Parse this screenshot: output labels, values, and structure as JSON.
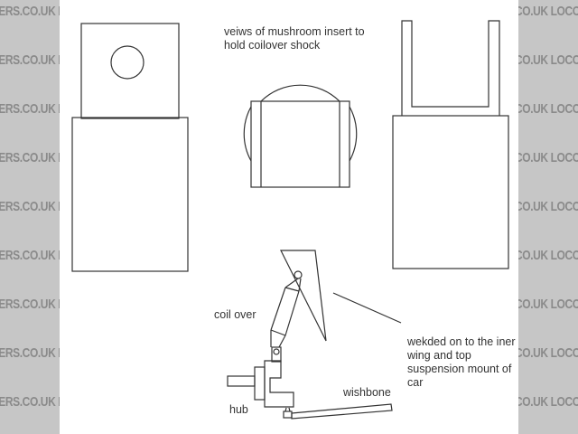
{
  "watermark": {
    "text_left": "DERS.CO.UK  LO",
    "text_right": "CO.UK  LOCOST",
    "color": "#8a8a8a",
    "background": "#c6c6c6"
  },
  "diagram": {
    "title_note": "veiws of mushroom insert to\nhold coilover shock",
    "labels": {
      "coil_over": "coil over",
      "welded_note": "wekded on to the iner\nwing and top\nsuspension mount of\ncar",
      "hub": "hub",
      "wishbone": "wishbone"
    },
    "views": [
      {
        "name": "front-view",
        "description": "square plate with round hole above rectangular body"
      },
      {
        "name": "top-view",
        "description": "circle with overlaid rectangle and side strips"
      },
      {
        "name": "side-view",
        "description": "U-shaped bracket above rectangular body"
      }
    ],
    "line_color": "#333333",
    "background": "#ffffff"
  }
}
